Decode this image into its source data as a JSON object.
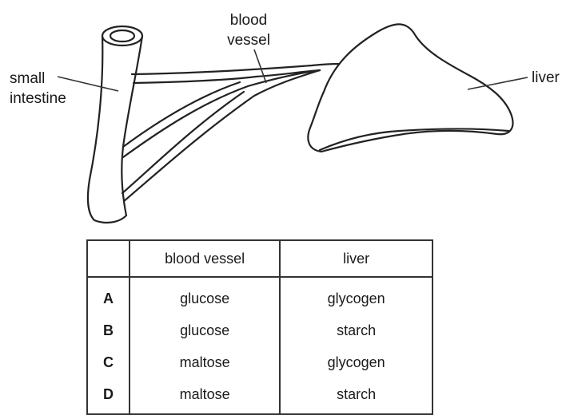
{
  "diagram": {
    "labels": {
      "small_intestine": [
        "small",
        "intestine"
      ],
      "blood_vessel": [
        "blood",
        "vessel"
      ],
      "liver": "liver"
    }
  },
  "table": {
    "headers": [
      "",
      "blood vessel",
      "liver"
    ],
    "rows": [
      {
        "option": "A",
        "blood_vessel": "glucose",
        "liver": "glycogen"
      },
      {
        "option": "B",
        "blood_vessel": "glucose",
        "liver": "starch"
      },
      {
        "option": "C",
        "blood_vessel": "maltose",
        "liver": "glycogen"
      },
      {
        "option": "D",
        "blood_vessel": "maltose",
        "liver": "starch"
      }
    ]
  }
}
